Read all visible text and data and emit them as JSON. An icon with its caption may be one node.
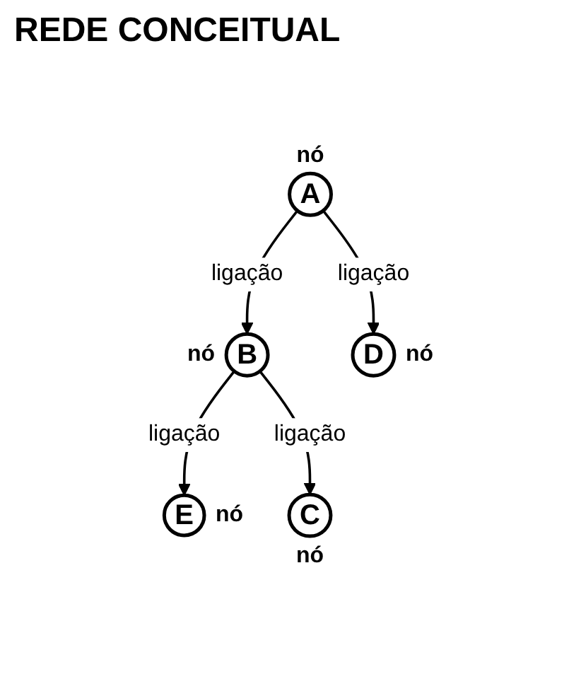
{
  "diagram": {
    "title": "REDE CONCEITUAL",
    "nodes": [
      {
        "text": [
          "A"
        ],
        "beside": [
          "nó"
        ]
      },
      {
        "text": [
          "B"
        ],
        "beside": [
          "nó"
        ]
      },
      {
        "text": [
          "C"
        ],
        "beside": [
          "nó"
        ]
      },
      {
        "text": [
          "D"
        ],
        "beside": [
          "nó"
        ]
      },
      {
        "text": [
          "E"
        ],
        "beside": [
          "nó"
        ]
      }
    ],
    "edges": [
      {
        "from": 0,
        "to": 1,
        "arrow": "to",
        "label": "ligação"
      },
      {
        "from": 0,
        "to": 3,
        "arrow": "to",
        "label": "ligação"
      },
      {
        "from": 1,
        "to": 4,
        "arrow": "to",
        "label": "ligação"
      },
      {
        "from": 1,
        "to": 2,
        "arrow": "to",
        "label": "ligação"
      }
    ]
  }
}
